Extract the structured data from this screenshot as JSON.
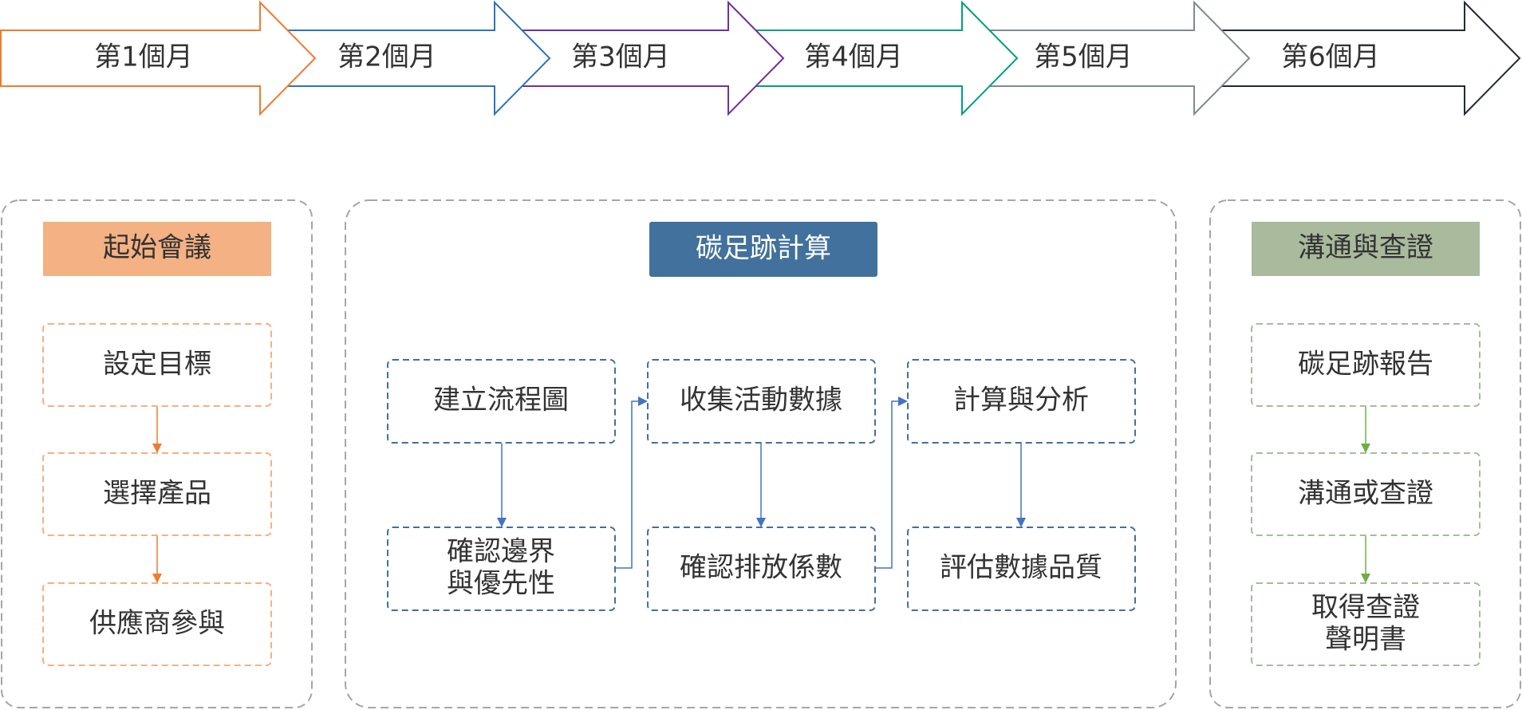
{
  "timeline": {
    "months": [
      {
        "label": "第1個月",
        "color": "#ED7D31"
      },
      {
        "label": "第2個月",
        "color": "#2E75B6"
      },
      {
        "label": "第3個月",
        "color": "#7030A0"
      },
      {
        "label": "第4個月",
        "color": "#00A07A"
      },
      {
        "label": "第5個月",
        "color": "#7F8C8D"
      },
      {
        "label": "第6個月",
        "color": "#222A35"
      }
    ]
  },
  "phases": {
    "kickoff": {
      "title": "起始會議",
      "title_color": "#F4B183",
      "border_color": "#F4B183",
      "arrow_color": "#ED7D31",
      "steps": [
        "設定目標",
        "選擇產品",
        "供應商參與"
      ]
    },
    "calculation": {
      "title": "碳足跡計算",
      "title_color": "#41719C",
      "border_color": "#41719C",
      "arrow_color": "#4472C4",
      "steps_top": [
        "建立流程圖",
        "收集活動數據",
        "計算與分析"
      ],
      "steps_bottom": [
        "確認邊界\n與優先性",
        "確認排放係數",
        "評估數據品質"
      ]
    },
    "verification": {
      "title": "溝通與查證",
      "title_color": "#A9BA9D",
      "border_color": "#A9BA9D",
      "arrow_color": "#70AD47",
      "steps": [
        "碳足跡報告",
        "溝通或查證",
        "取得查證\n聲明書"
      ]
    }
  }
}
